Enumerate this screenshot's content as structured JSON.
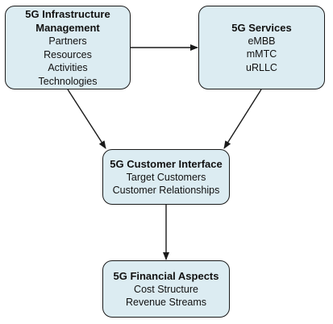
{
  "nodes": {
    "infrastructure": {
      "title_line1": "5G Infrastructure",
      "title_line2": "Management",
      "items": [
        "Partners",
        "Resources",
        "Activities",
        "Technologies"
      ]
    },
    "services": {
      "title": "5G Services",
      "items": [
        "eMBB",
        "mMTC",
        "uRLLC"
      ]
    },
    "customer": {
      "title": "5G Customer Interface",
      "items": [
        "Target Customers",
        "Customer Relationships"
      ]
    },
    "financial": {
      "title": "5G Financial Aspects",
      "items": [
        "Cost Structure",
        "Revenue Streams"
      ]
    }
  },
  "colors": {
    "box_fill": "#dcecf2",
    "box_border": "#1a1a1a",
    "arrow": "#1a1a1a"
  }
}
